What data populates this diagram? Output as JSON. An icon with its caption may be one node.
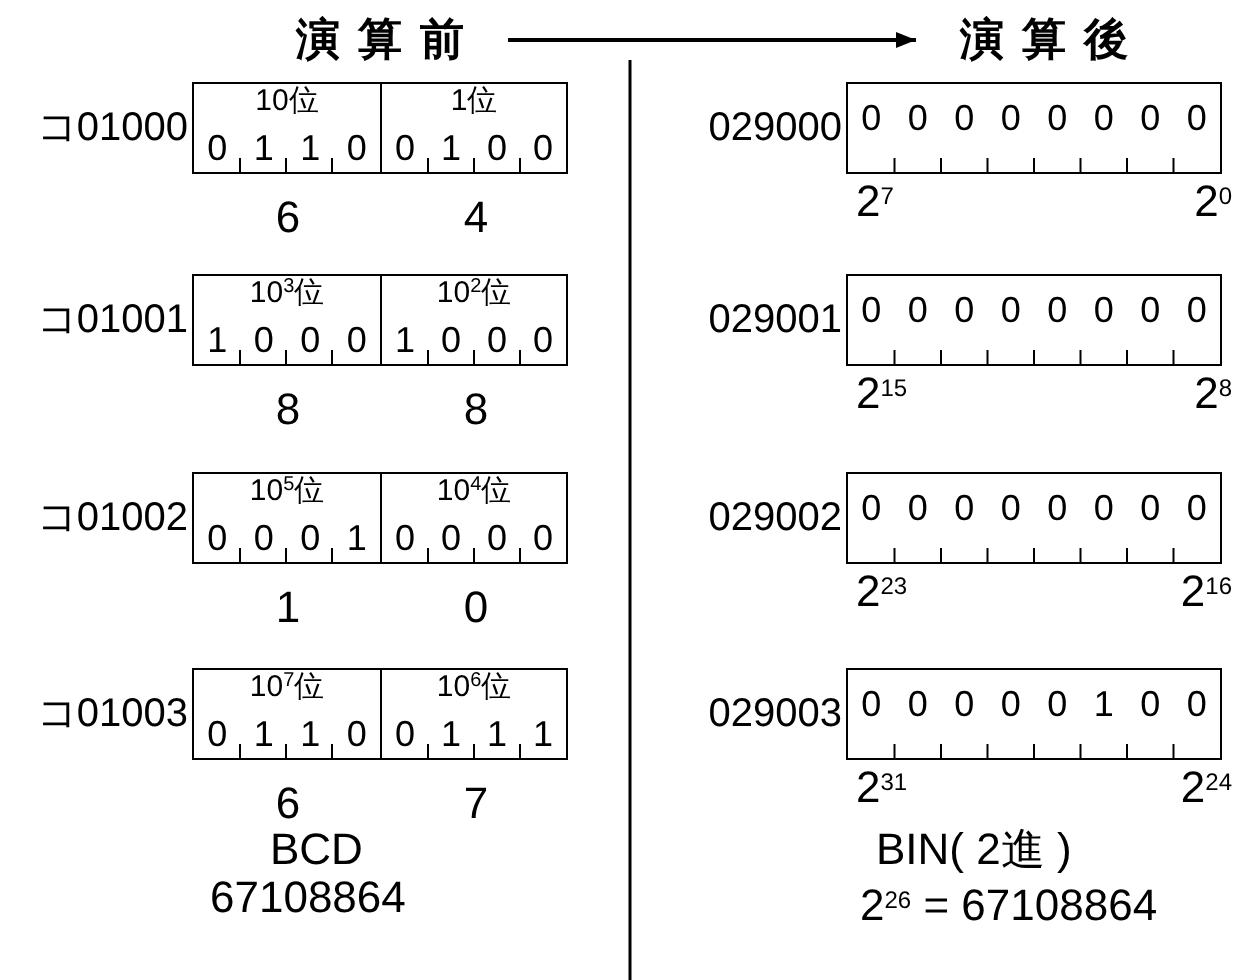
{
  "diagram": {
    "nodes": [
      {
        "text": [
          "演算前"
        ]
      },
      {
        "text": [
          "演算後"
        ]
      },
      {
        "text": [
          "コ01000"
        ]
      },
      {
        "text": [
          "10位",
          "0",
          "1",
          "1",
          "0"
        ],
        "in": 2,
        "beside": [
          "6"
        ]
      },
      {
        "text": [
          "1位",
          "0",
          "1",
          "0",
          "0"
        ],
        "in": 2,
        "beside": [
          "4"
        ]
      },
      {
        "text": [
          "コ01001"
        ]
      },
      {
        "text": [
          "10$^{3}$位",
          "1",
          "0",
          "0",
          "0"
        ],
        "in": 5,
        "beside": [
          "8"
        ]
      },
      {
        "text": [
          "10$^{2}$位",
          "1",
          "0",
          "0",
          "0"
        ],
        "in": 5,
        "beside": [
          "8"
        ]
      },
      {
        "text": [
          "コ01002"
        ]
      },
      {
        "text": [
          "10$^{5}$位",
          "0",
          "0",
          "0",
          "1"
        ],
        "in": 8,
        "beside": [
          "1"
        ]
      },
      {
        "text": [
          "10$^{4}$位",
          "0",
          "0",
          "0",
          "0"
        ],
        "in": 8,
        "beside": [
          "0"
        ]
      },
      {
        "text": [
          "コ01003"
        ]
      },
      {
        "text": [
          "10$^{7}$位",
          "0",
          "1",
          "1",
          "0"
        ],
        "in": 11,
        "beside": [
          "6"
        ]
      },
      {
        "text": [
          "10$^{6}$位",
          "0",
          "1",
          "1",
          "1"
        ],
        "in": 11,
        "beside": [
          "7"
        ]
      },
      {
        "text": [
          "029000",
          "0",
          "0",
          "0",
          "0",
          "0",
          "0",
          "0",
          "0"
        ],
        "beside": [
          "2$^{7}$",
          "2$^{0}$"
        ]
      },
      {
        "text": [
          "029001",
          "0",
          "0",
          "0",
          "0",
          "0",
          "0",
          "0",
          "0"
        ],
        "beside": [
          "2$^{15}$",
          "2$^{8}$"
        ]
      },
      {
        "text": [
          "029002",
          "0",
          "0",
          "0",
          "0",
          "0",
          "0",
          "0",
          "0"
        ],
        "beside": [
          "2$^{23}$",
          "2$^{16}$"
        ]
      },
      {
        "text": [
          "029003",
          "0",
          "0",
          "0",
          "0",
          "0",
          "1",
          "0",
          "0"
        ],
        "beside": [
          "2$^{31}$",
          "2$^{24}$"
        ]
      }
    ],
    "edges": [
      {
        "from": 0,
        "to": 1,
        "arrow": "to"
      }
    ],
    "labels": [
      "BCD",
      "67108864",
      "BIN( 2進 )",
      "2$^{26}$ = 67108864"
    ]
  }
}
